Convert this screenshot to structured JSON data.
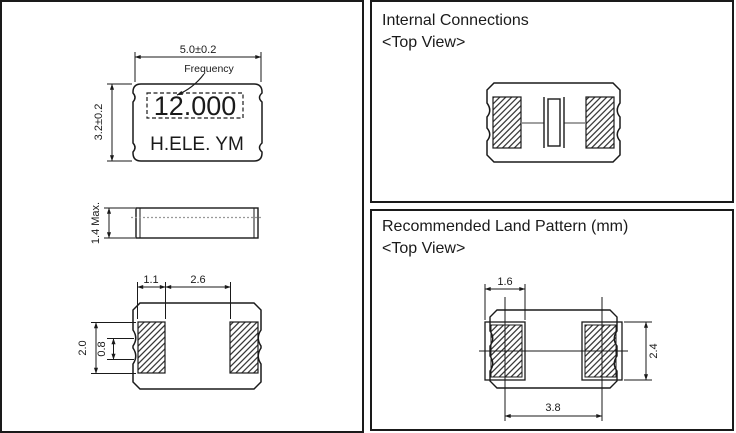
{
  "page": {
    "background": "#ffffff"
  },
  "colors": {
    "line": "#1a1a1a",
    "connector_gray": "#808080",
    "seam_gray": "#999999"
  },
  "mechanical": {
    "top_view": {
      "width_dim": "5.0±0.2",
      "height_dim": "3.2±0.2",
      "frequency_label": "Frequency",
      "frequency_marking": "12.000",
      "brand_marking": "H.ELE. YM"
    },
    "side_view": {
      "thickness_dim": "1.4 Max."
    },
    "bottom_view": {
      "pad_width_dim": "1.1",
      "pad_gap_dim": "2.6",
      "pad_height_dim": "2.0",
      "notch_dim": "0.8"
    }
  },
  "internal_connections": {
    "title": "Internal Connections",
    "subtitle": "<Top View>"
  },
  "land_pattern": {
    "title": "Recommended Land Pattern (mm)",
    "subtitle": "<Top View>",
    "pad_width_dim": "1.6",
    "pad_height_dim": "2.4",
    "pitch_dim": "3.8"
  }
}
